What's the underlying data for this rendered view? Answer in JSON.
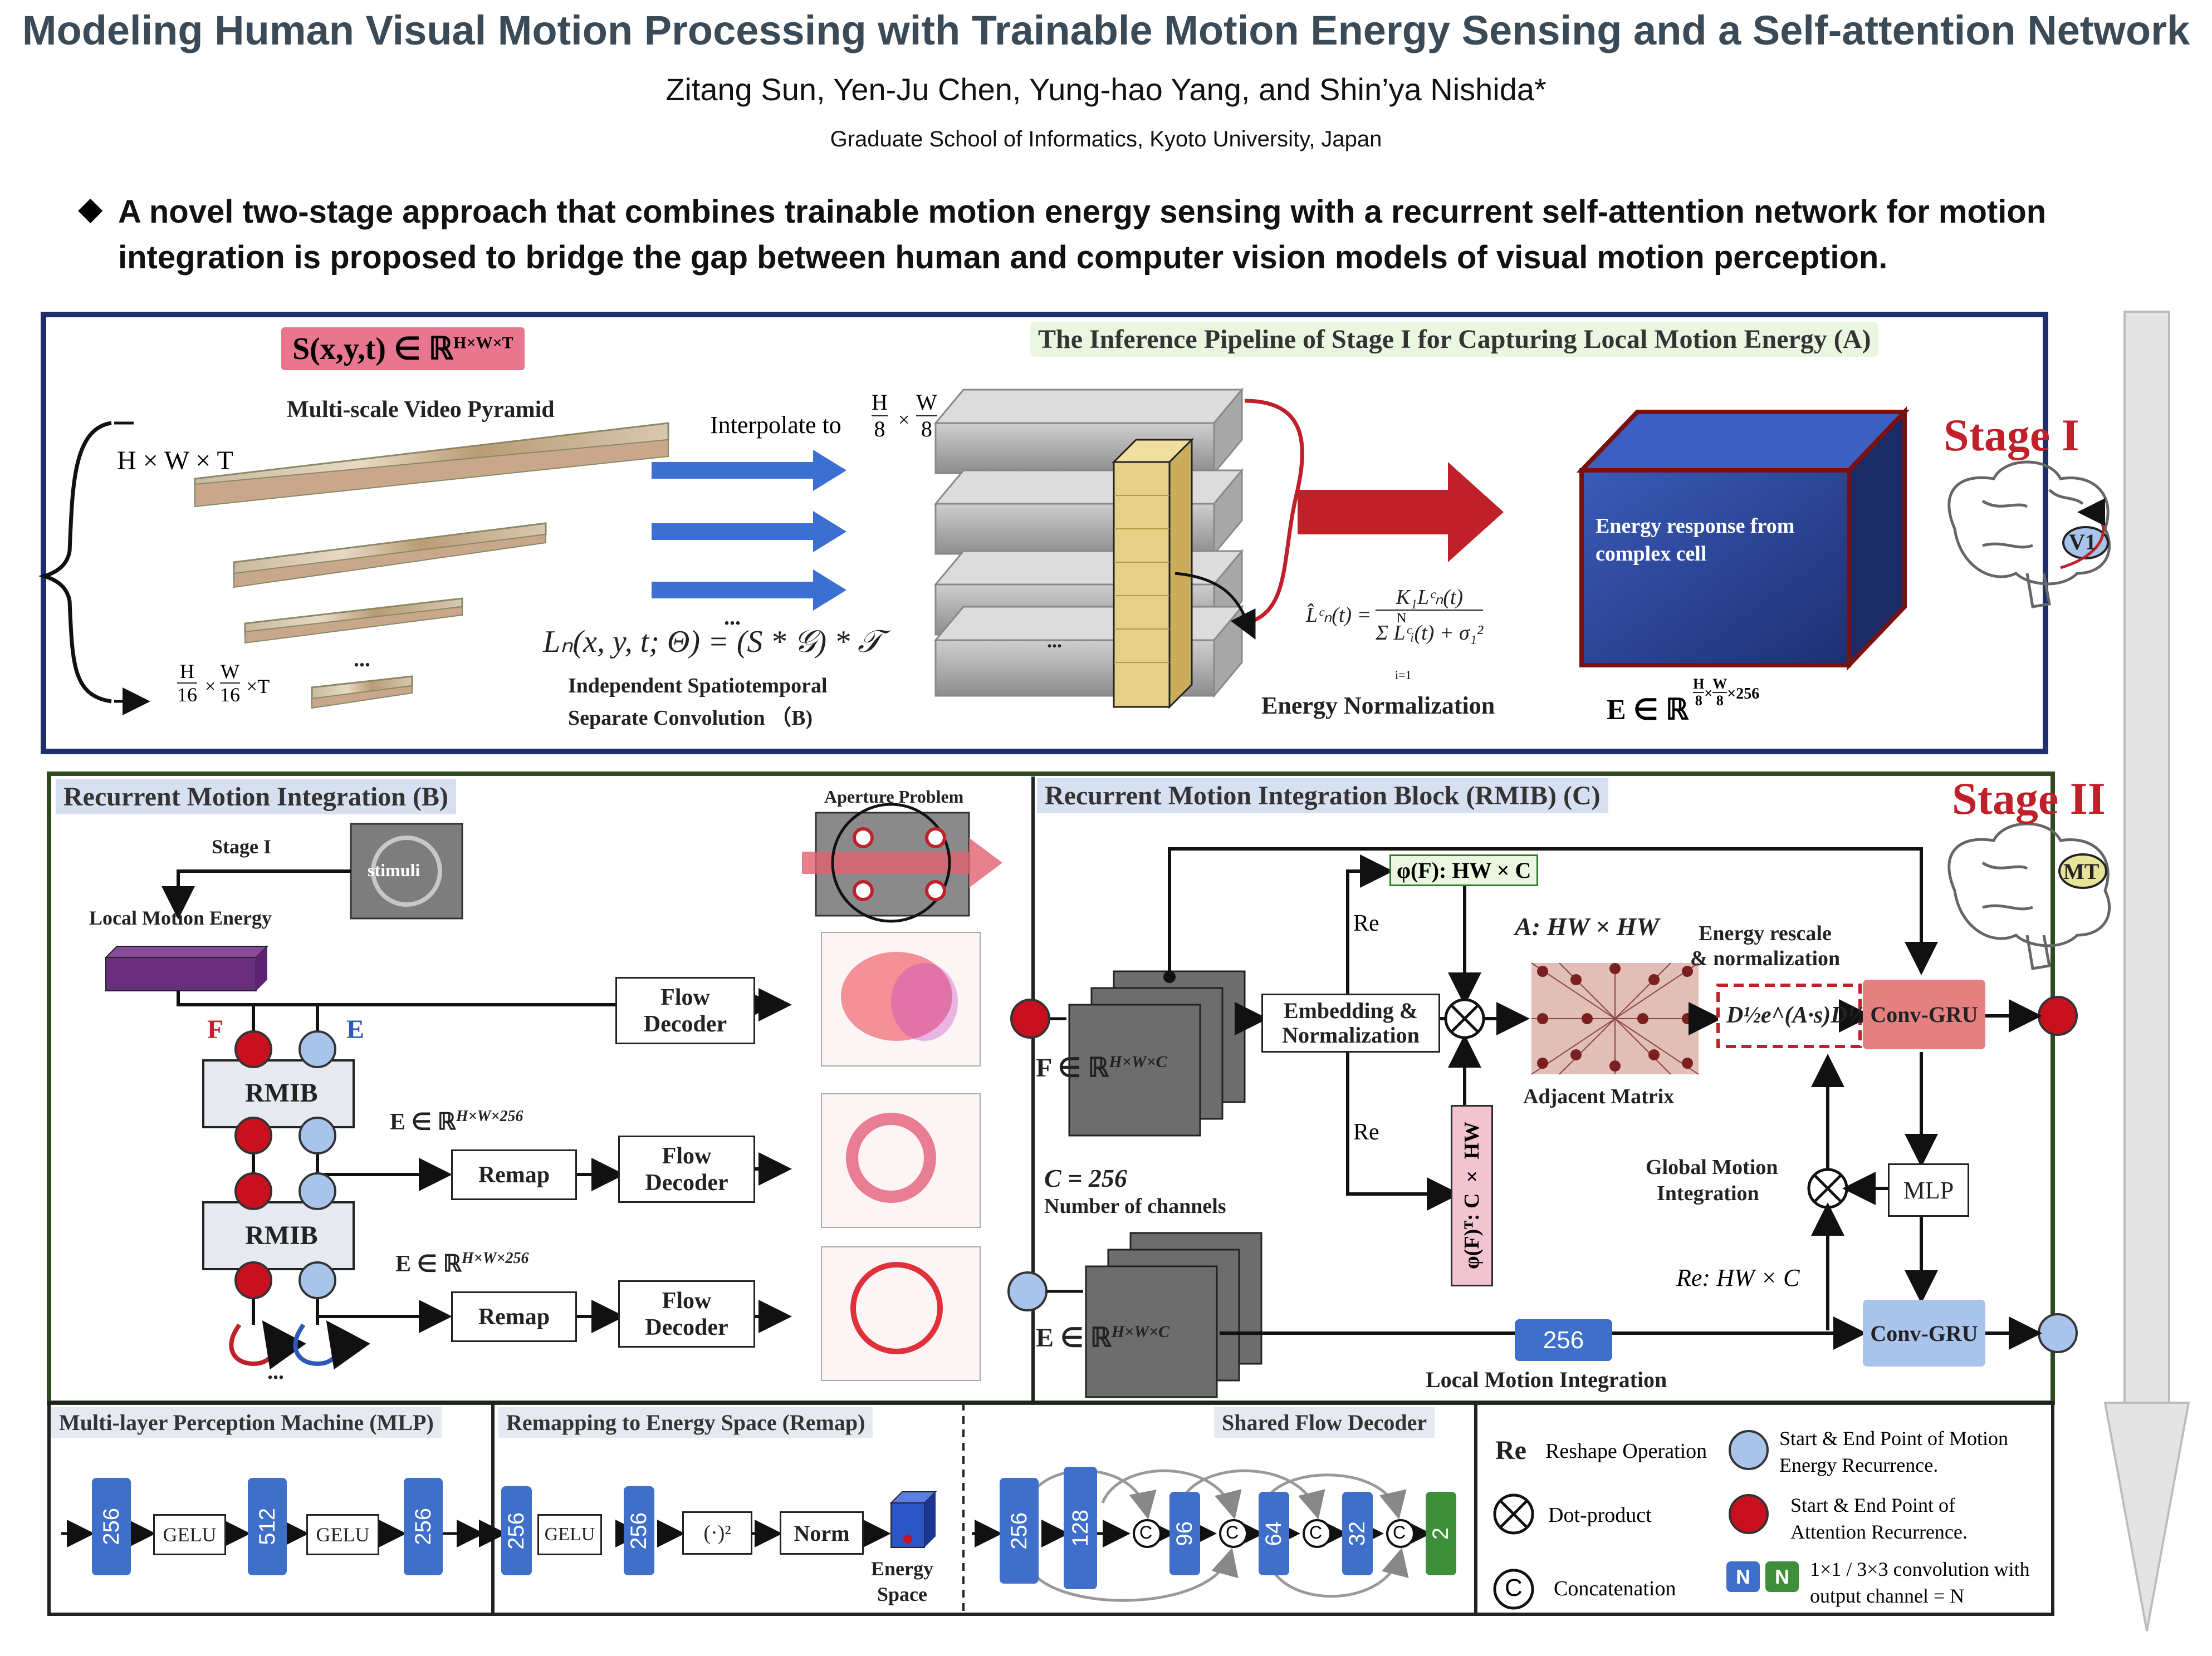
{
  "header": {
    "title": "Modeling Human Visual Motion Processing with Trainable Motion Energy Sensing and a Self-attention Network",
    "authors": "Zitang Sun, Yen-Ju Chen, Yung-hao Yang, and   Shin’ya Nishida*",
    "affiliation": "Graduate School of Informatics, Kyoto University, Japan",
    "bullet_symbol": "◆",
    "summary": "A novel two-stage approach that combines trainable motion energy sensing with a recurrent self-attention network for motion integration is proposed to bridge the gap between human and computer vision models of visual motion perception."
  },
  "stage1": {
    "signal_label": "S(x,y,t) ∈ ℝ",
    "signal_sup": "H×W×T",
    "pipeline_title": "The Inference Pipeline of  Stage I for Capturing Local Motion Energy (A)",
    "pyramid_label": "Multi-scale Video Pyramid",
    "hwt": "H × W × T",
    "h16": "H",
    "w16": "W",
    "den16": "16",
    "t16": "×T",
    "times": "×",
    "interpolate": "Interpolate to",
    "h8": "H",
    "w8": "W",
    "den8": "8",
    "ellipsis": "...",
    "formula": "Lₙ(x, y, t; Θ) = (S * 𝒢) * 𝒯",
    "conv_label_1": "Independent Spatiotemporal",
    "conv_label_2": "Separate Convolution （B)",
    "norm_formula_lhs": "L̂ᶜₙ(t) =",
    "norm_formula_num": "K₁Lᶜₙ(t)",
    "norm_formula_den": "Σ Lᶜᵢ(t) + σ₁²",
    "norm_sum_top": "N",
    "norm_sum_bot": "i=1",
    "energy_norm": "Energy Normalization",
    "cube_text": "Energy response from complex cell",
    "energy_shape": "E ∈ ℝ",
    "energy_sup": "×256",
    "stage_label": "Stage I",
    "brain_area": "V1"
  },
  "stage2": {
    "stage_label": "Stage II",
    "brain_area": "MT",
    "left_title": "Recurrent Motion Integration (B)",
    "stage_i": "Stage I",
    "stimuli": "stimuli",
    "aperture": "Aperture  Problem",
    "local_motion_energy": "Local Motion Energy",
    "f_label": "F",
    "e_label": "E",
    "rmib": "RMIB",
    "e_space": "E ∈ ℝ",
    "e_space_sup": "H×W×256",
    "remap": "Remap",
    "flow_decoder": "Flow Decoder",
    "dots": "...",
    "right_title": "Recurrent Motion Integration Block (RMIB) (C)",
    "phi_f": "φ(F): HW × C",
    "phi_ft": "φ(F)ᵀ: C × HW",
    "re": "Re",
    "f_shape": "F ∈ ℝ",
    "e_shape": "E ∈ ℝ",
    "shape_sup": "H×W×C",
    "embedding": "Embedding & Normalization",
    "adj_a": "A: HW × HW",
    "adj_label": "Adjacent Matrix",
    "rescale_1": "Energy rescale",
    "rescale_2": "& normalization",
    "rescale_formula": "D½e^(A·s)D½",
    "conv_gru": "Conv-GRU",
    "c_256": "C = 256",
    "num_channels": "Number of channels",
    "global_1": "Global Motion",
    "global_2": "Integration",
    "mlp": "MLP",
    "re_hw": "Re: HW × C",
    "ch_256": "256",
    "local_int": "Local Motion Integration"
  },
  "bottom": {
    "mlp_title": "Multi-layer Perception Machine (MLP)",
    "mlp_ch": [
      "256",
      "512",
      "256"
    ],
    "gelu": "GELU",
    "remap_title": "Remapping to Energy Space (Remap)",
    "remap_ch": [
      "256",
      "256"
    ],
    "square": "(·)²",
    "norm": "Norm",
    "energy_space": "Energy Space",
    "decoder_title": "Shared Flow Decoder",
    "decoder_ch": [
      "256",
      "128",
      "96",
      "64",
      "32",
      "2"
    ],
    "concat_symbol": "C",
    "legend": {
      "re": "Re",
      "reshape": "Reshape Operation",
      "dot": "Dot-product",
      "concat": "Concatenation",
      "start_blue": "Start & End Point of Motion Energy Recurrence.",
      "start_red": "Start & End Point of Attention Recurrence.",
      "n": "N",
      "conv": "1×1 / 3×3 convolution with output channel = N"
    }
  },
  "colors": {
    "title_text": "#3a4a56",
    "stage1_border": "#1f2f6b",
    "stage2_border": "#2f4a1f",
    "accent_red": "#c0202a",
    "blue_node": "#a9c4ea",
    "red_node": "#c8101e",
    "channel_blue": "#3f6fc9",
    "channel_green": "#3f8f3a",
    "cube_blue": "#27439a",
    "pink_label": "#e0607a"
  }
}
